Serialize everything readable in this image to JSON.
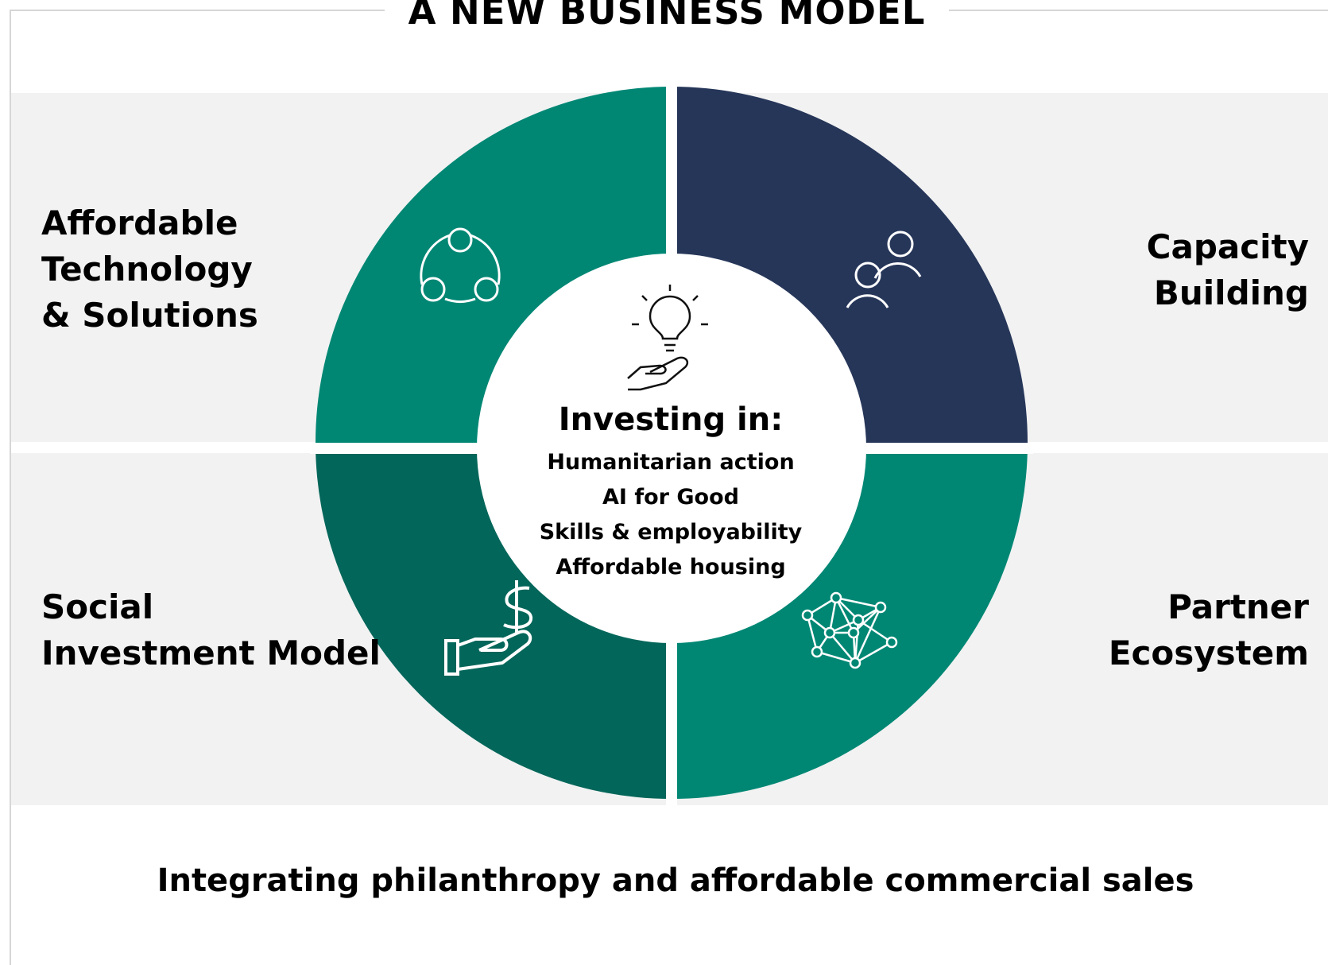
{
  "title": "A NEW BUSINESS MODEL",
  "colors": {
    "teal": "#008774",
    "navy": "#263659",
    "dark_teal": "#03665a",
    "band": "#f2f2f2",
    "icon": "#ffffff"
  },
  "quadrants": [
    {
      "label": "Affordable\nTechnology\n& Solutions",
      "icon": "network-triangle-icon",
      "color": "teal"
    },
    {
      "label": "Capacity\nBuilding",
      "icon": "people-icon",
      "color": "navy"
    },
    {
      "label": "Social\nInvestment Model",
      "icon": "hand-dollar-icon",
      "color": "dark_teal"
    },
    {
      "label": "Partner\nEcosystem",
      "icon": "network-mesh-icon",
      "color": "teal"
    }
  ],
  "center": {
    "icon": "lightbulb-hand-icon",
    "heading": "Investing in:",
    "items": [
      "Humanitarian action",
      "AI for Good",
      "Skills & employability",
      "Affordable housing"
    ]
  },
  "footer": "Integrating philanthropy and affordable commercial sales"
}
